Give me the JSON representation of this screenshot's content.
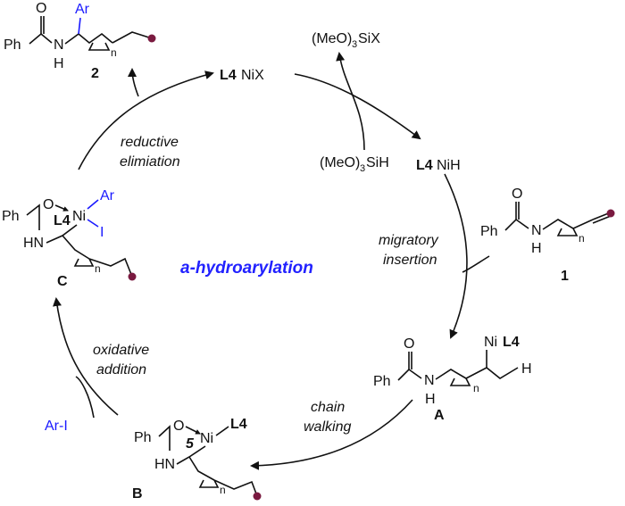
{
  "title": "a-hydroarylation",
  "catalyst": {
    "l4": "L4",
    "nix": "NiX",
    "nih": "NiH"
  },
  "reagents": {
    "meo3six": "(MeO)",
    "meo3six_tail": "SiX",
    "meo3sih": "(MeO)",
    "meo3sih_tail": "SiH",
    "sub3": "3",
    "ar_i": "Ar-I"
  },
  "steps": {
    "reductive_1": "reductive",
    "reductive_2": "elimiation",
    "migratory_1": "migratory",
    "migratory_2": "insertion",
    "chain_1": "chain",
    "chain_2": "walking",
    "oxidative_1": "oxidative",
    "oxidative_2": "addition"
  },
  "compounds": {
    "c2": "2",
    "c1": "1",
    "ca": "A",
    "cb": "B",
    "cc": "C",
    "ring5": "5"
  },
  "atoms": {
    "ph": "Ph",
    "n": "N",
    "h": "H",
    "o": "O",
    "hn": "HN",
    "ar": "Ar",
    "i": "I",
    "ni": "Ni",
    "n_sub": "n"
  },
  "colors": {
    "accent": "#2222ff",
    "dot": "#7a1a40",
    "text": "#111111"
  }
}
